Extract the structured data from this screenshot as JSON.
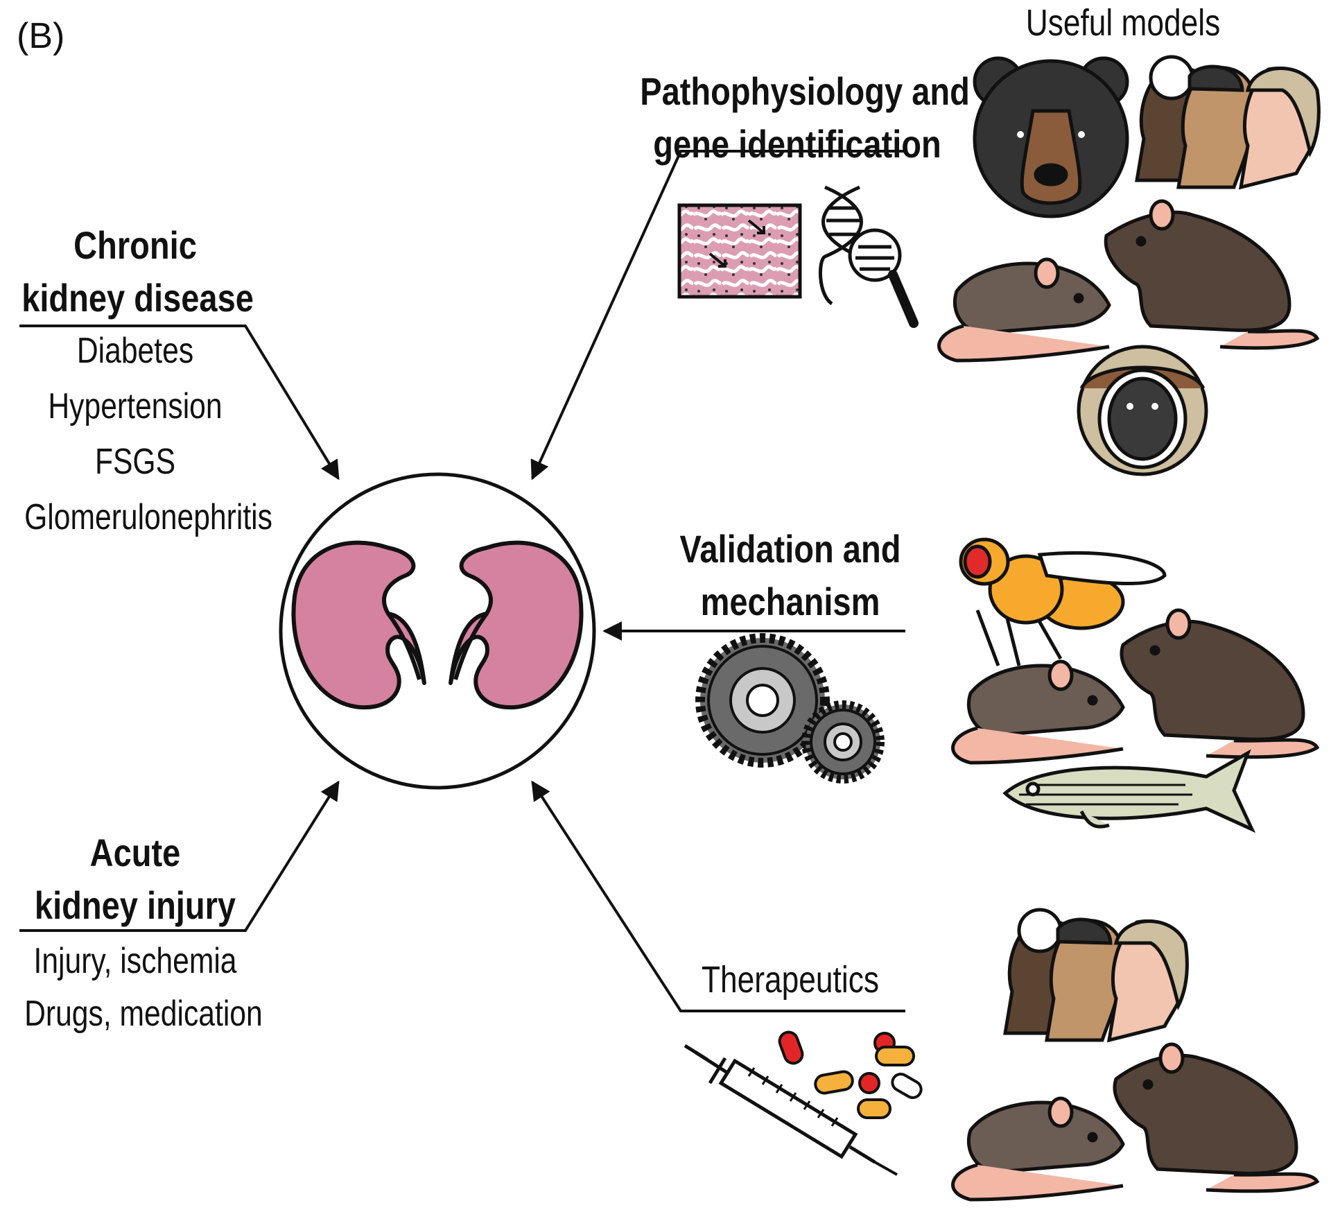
{
  "panel_label": "(B)",
  "useful_models_label": "Useful models",
  "chronic": {
    "title_line1": "Chronic",
    "title_line2": "kidney disease",
    "items": [
      "Diabetes",
      "Hypertension",
      "FSGS",
      "Glomerulonephritis"
    ]
  },
  "acute": {
    "title_line1": "Acute",
    "title_line2": "kidney injury",
    "items": [
      "Injury, ischemia",
      "Drugs, medication"
    ]
  },
  "pathophysiology": {
    "line1": "Pathophysiology and",
    "line2": "gene identification"
  },
  "validation": {
    "line1": "Validation and",
    "line2": "mechanism"
  },
  "therapeutics": {
    "label": "Therapeutics"
  },
  "colors": {
    "kidney": "#d4829f",
    "tissue": "#dc9db3",
    "dark_skin": "#5c4433",
    "medium_skin": "#c0956a",
    "light_skin": "#f2c5b0",
    "blonde_hair": "#cdbf9f",
    "bear": "#333333",
    "rat": "#554439",
    "mouse": "#6b5d53",
    "pink": "#f3b7a6",
    "fly_body": "#f7a92d",
    "fly_eye": "#e12b2b",
    "fish": "#d8dcc1",
    "gear": "#6a6a6a",
    "pill_red": "#e42526",
    "pill_orange": "#f5b13c"
  },
  "icons": [
    "kidneys-icon",
    "tissue-section-icon",
    "dna-magnifier-icon",
    "gears-icon",
    "syringe-icon",
    "pills-icon",
    "bear-icon",
    "humans-icon",
    "mouse-icon",
    "rat-icon",
    "monkey-icon",
    "fruit-fly-icon",
    "zebrafish-icon"
  ]
}
